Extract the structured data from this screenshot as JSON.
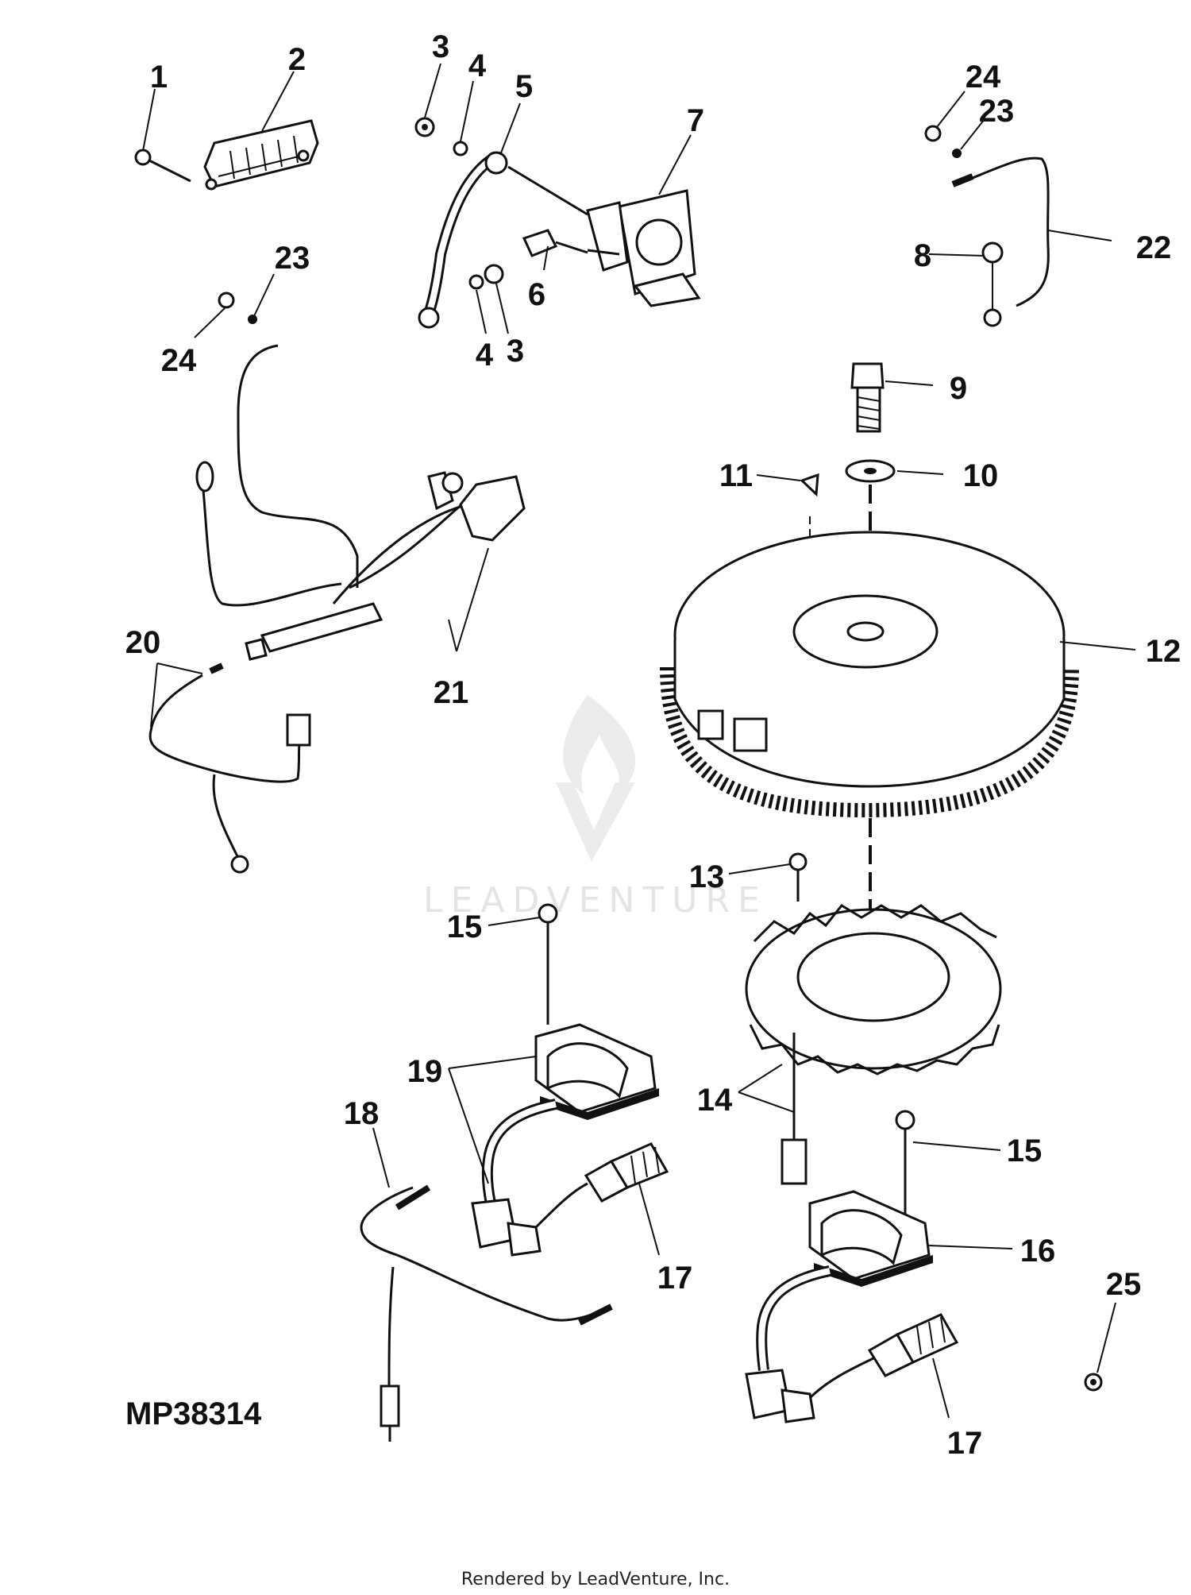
{
  "diagram": {
    "callouts": {
      "c1": "1",
      "c2": "2",
      "c3a": "3",
      "c3b": "3",
      "c4a": "4",
      "c4b": "4",
      "c5": "5",
      "c6": "6",
      "c7": "7",
      "c8": "8",
      "c9": "9",
      "c10": "10",
      "c11": "11",
      "c12": "12",
      "c13": "13",
      "c14": "14",
      "c15a": "15",
      "c15b": "15",
      "c16": "16",
      "c17a": "17",
      "c17b": "17",
      "c18": "18",
      "c19": "19",
      "c20": "20",
      "c21": "21",
      "c22": "22",
      "c23a": "23",
      "c23b": "23",
      "c24a": "24",
      "c24b": "24",
      "c25": "25"
    },
    "figure_code": "MP38314",
    "watermark": "LEADVENTURE",
    "footer": "Rendered by LeadVenture, Inc."
  }
}
